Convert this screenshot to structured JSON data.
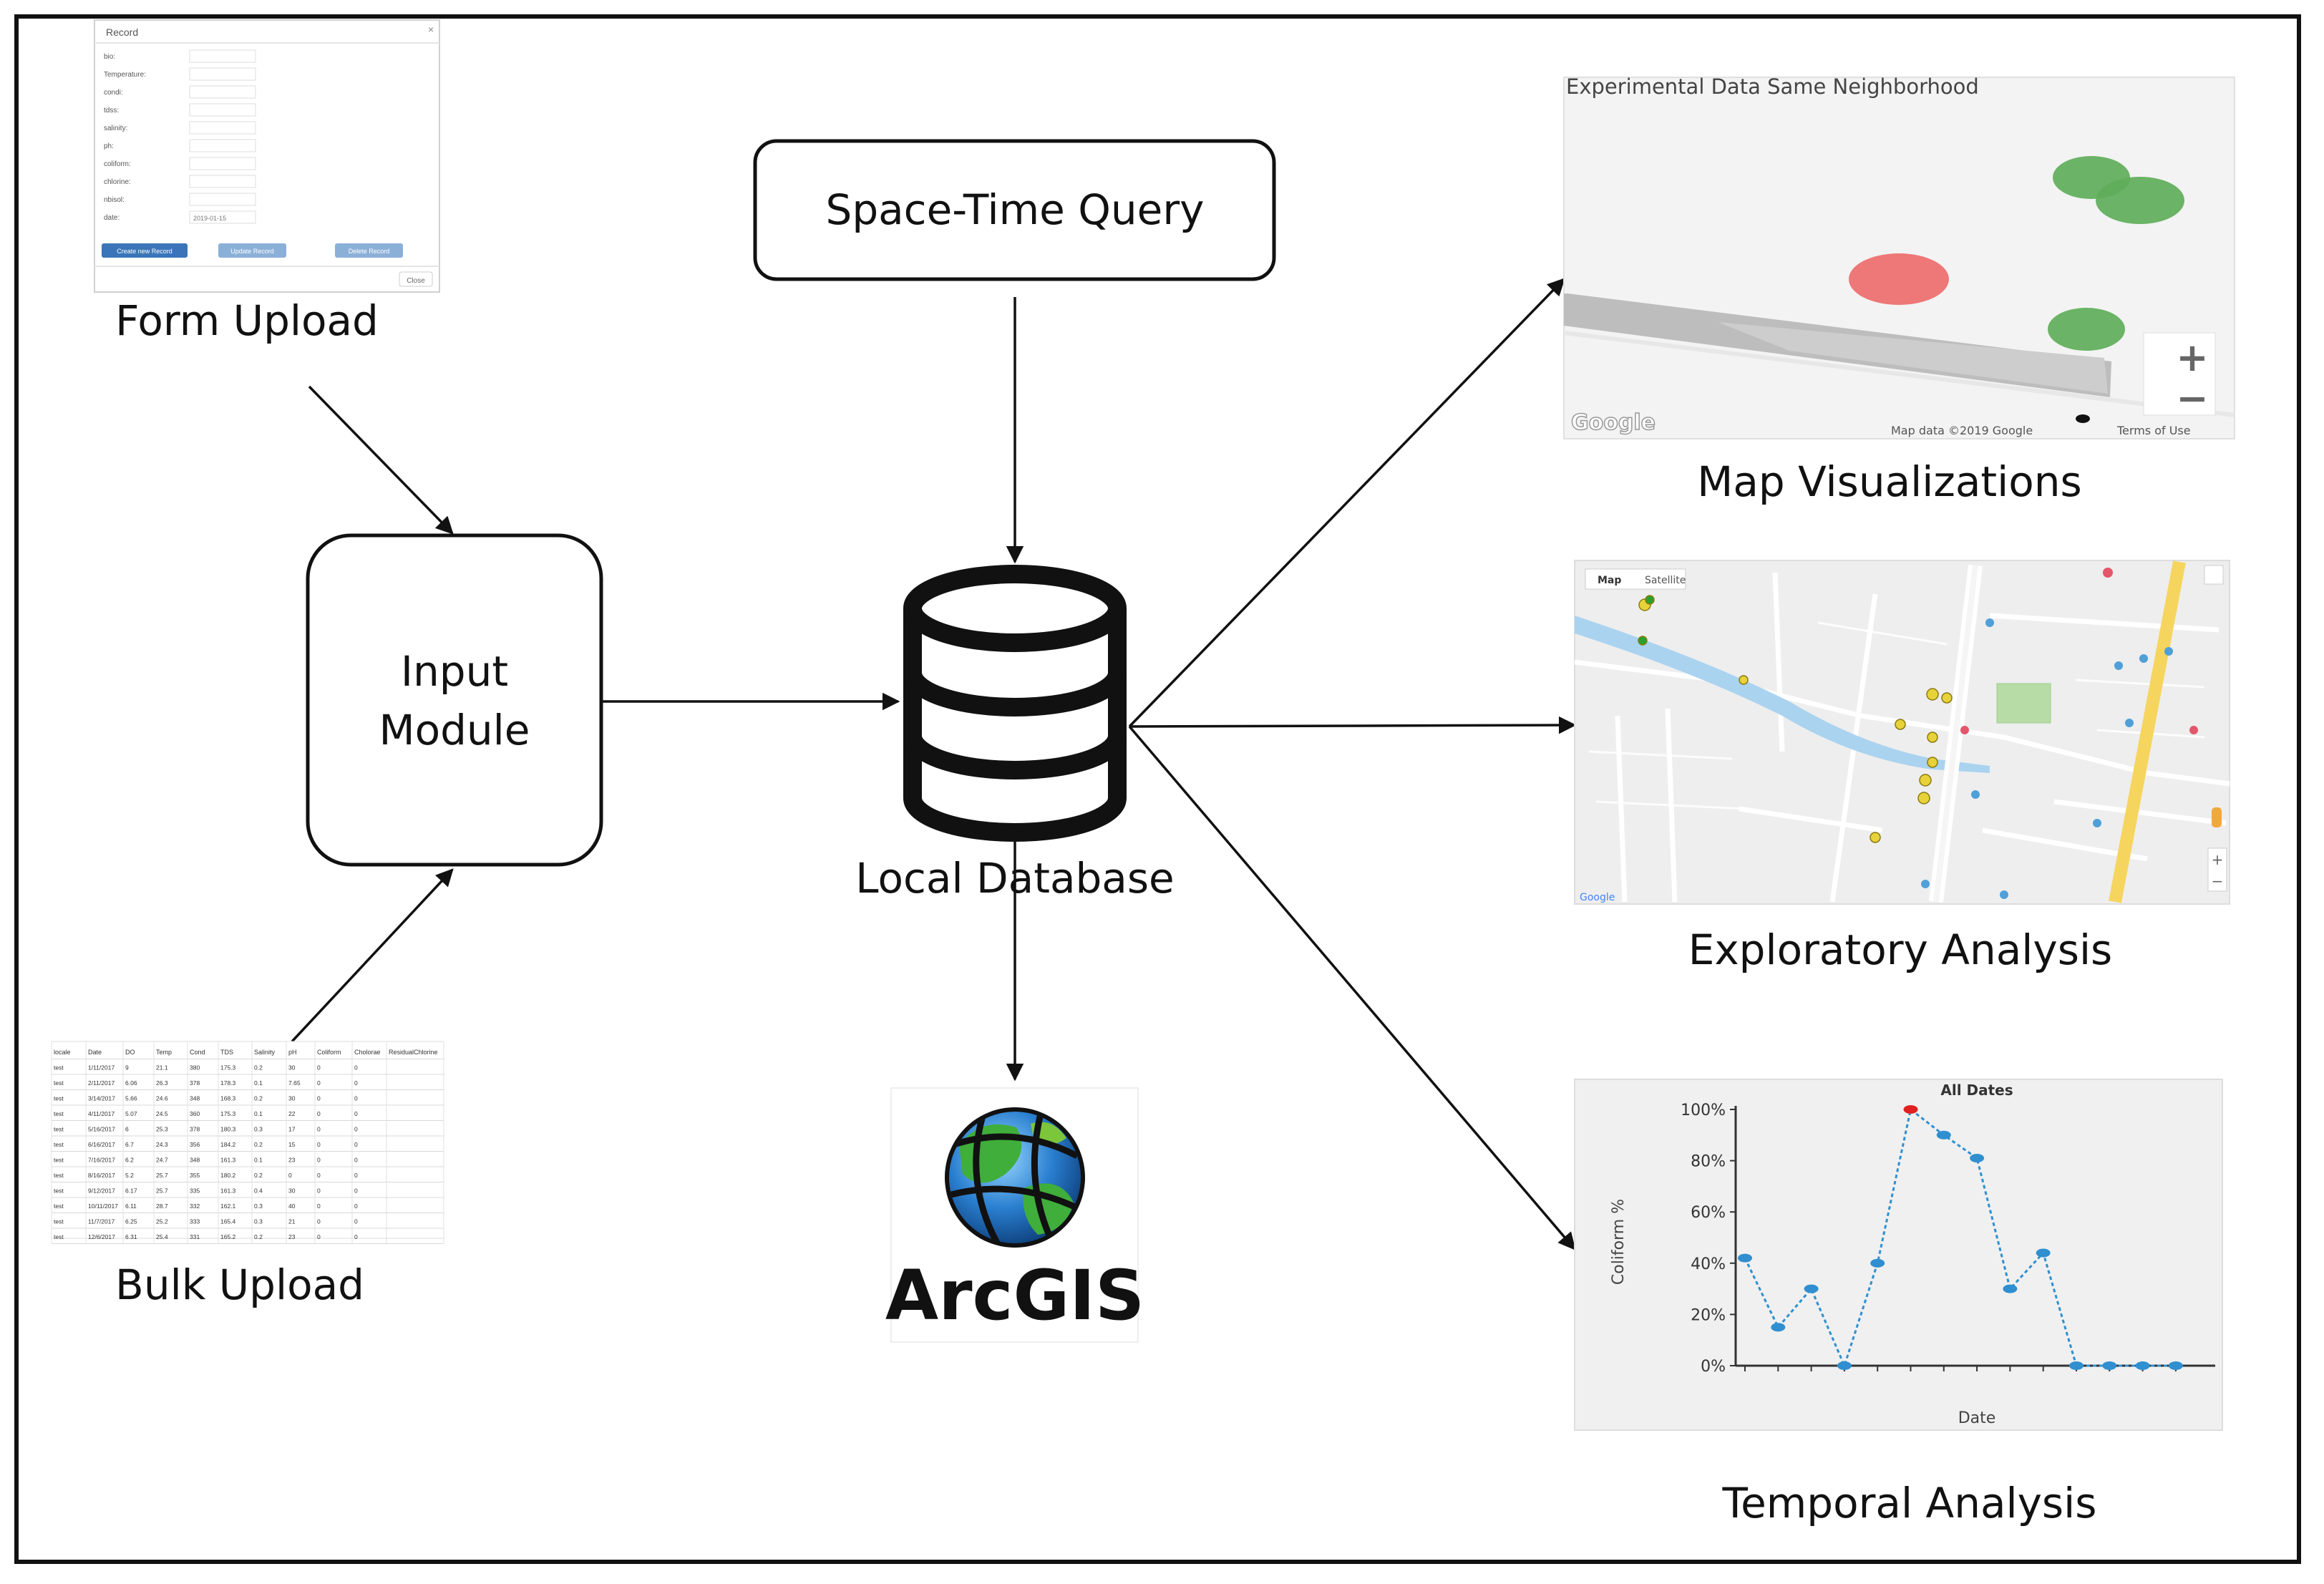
{
  "nodes": {
    "space_time_query": "Space-Time Query",
    "input_module_line1": "Input",
    "input_module_line2": "Module",
    "local_database": "Local Database",
    "arcgis": "ArcGIS"
  },
  "captions": {
    "form_upload": "Form Upload",
    "bulk_upload": "Bulk Upload",
    "map_visualizations": "Map Visualizations",
    "exploratory_analysis": "Exploratory Analysis",
    "temporal_analysis": "Temporal Analysis"
  },
  "form_thumbnail": {
    "title": "Record",
    "fields": [
      "bio",
      "Temperature",
      "condi",
      "tdss",
      "salinity",
      "ph",
      "coliform",
      "chlorine",
      "nbisol",
      "date"
    ],
    "date_value": "2019-01-15",
    "buttons": [
      "Create new Record",
      "Update Record",
      "Delete Record"
    ],
    "close_label": "Close"
  },
  "bulk_table": {
    "headers": [
      "locale",
      "Date",
      "DO",
      "Temp",
      "Cond",
      "TDS",
      "Salinity",
      "pH",
      "Coliform",
      "Cholorae",
      "ResidualChlorine"
    ],
    "rows": [
      [
        "test",
        "1/11/2017",
        "9",
        "21.1",
        "380",
        "175.3",
        "0.2",
        "30",
        "0",
        "0",
        ""
      ],
      [
        "test",
        "2/11/2017",
        "6.06",
        "26.3",
        "378",
        "178.3",
        "0.1",
        "7.65",
        "0",
        "0",
        ""
      ],
      [
        "test",
        "3/14/2017",
        "5.66",
        "24.6",
        "348",
        "168.3",
        "0.2",
        "30",
        "0",
        "0",
        ""
      ],
      [
        "test",
        "4/11/2017",
        "5.07",
        "24.5",
        "360",
        "175.3",
        "0.1",
        "22",
        "0",
        "0",
        ""
      ],
      [
        "test",
        "5/16/2017",
        "6",
        "25.3",
        "378",
        "180.3",
        "0.3",
        "17",
        "0",
        "0",
        ""
      ],
      [
        "test",
        "6/16/2017",
        "6.7",
        "24.3",
        "356",
        "184.2",
        "0.2",
        "15",
        "0",
        "0",
        ""
      ],
      [
        "test",
        "7/16/2017",
        "6.2",
        "24.7",
        "348",
        "161.3",
        "0.1",
        "23",
        "0",
        "0",
        ""
      ],
      [
        "test",
        "8/16/2017",
        "5.2",
        "25.7",
        "355",
        "180.2",
        "0.2",
        "0",
        "0",
        "0",
        ""
      ],
      [
        "test",
        "9/12/2017",
        "6.17",
        "25.7",
        "335",
        "161.3",
        "0.4",
        "30",
        "0",
        "0",
        ""
      ],
      [
        "test",
        "10/11/2017",
        "6.11",
        "28.7",
        "332",
        "162.1",
        "0.3",
        "40",
        "0",
        "0",
        ""
      ],
      [
        "test",
        "11/7/2017",
        "6.25",
        "25.2",
        "333",
        "165.4",
        "0.3",
        "21",
        "0",
        "0",
        ""
      ],
      [
        "test",
        "12/6/2017",
        "6.31",
        "25.4",
        "331",
        "165.2",
        "0.2",
        "23",
        "0",
        "0",
        ""
      ]
    ]
  },
  "map_viz": {
    "title": "Experimental Data Same Neighborhood",
    "attribution": "Map data ©2019 Google",
    "terms": "Terms of Use",
    "logo": "Google",
    "zoom_in": "+",
    "zoom_out": "−",
    "marker_colors": {
      "green": "#5fae5a",
      "red": "#ee6d6d"
    }
  },
  "explore_map": {
    "tab_map": "Map",
    "tab_satellite": "Satellite",
    "logo": "Google",
    "zoom_in": "+",
    "zoom_out": "−"
  },
  "chart_data": {
    "type": "line",
    "title": "All Dates",
    "xlabel": "Date",
    "ylabel": "Coliform %",
    "ylim": [
      0,
      100
    ],
    "y_ticks": [
      "0%",
      "20%",
      "40%",
      "60%",
      "80%",
      "100%"
    ],
    "values": [
      42,
      15,
      30,
      0,
      40,
      100,
      90,
      81,
      30,
      44,
      0,
      0,
      0,
      0
    ],
    "highlight_index": 5,
    "point_color": "#2f8fd0",
    "highlight_color": "#e02020",
    "grid": false
  }
}
